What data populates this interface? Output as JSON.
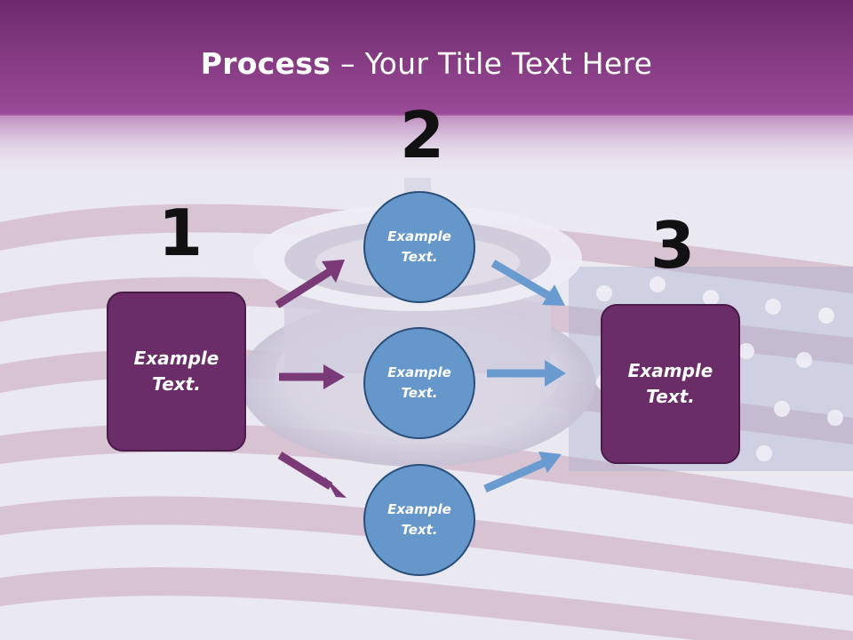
{
  "title": {
    "bold": "Process",
    "rest": " – Your Title Text Here"
  },
  "steps": {
    "one": {
      "number": "1",
      "line1": "Example",
      "line2": "Text."
    },
    "two": {
      "number": "2",
      "top": {
        "line1": "Example",
        "line2": "Text."
      },
      "middle": {
        "line1": "Example",
        "line2": "Text."
      },
      "bottom": {
        "line1": "Example",
        "line2": "Text."
      }
    },
    "three": {
      "number": "3",
      "line1": "Example",
      "line2": "Text."
    }
  },
  "colors": {
    "header": "#8a3a86",
    "box": "#6b2d68",
    "circle": "#6597cb",
    "arrow_purple": "#7a3a78",
    "arrow_blue": "#6a9bd0"
  }
}
